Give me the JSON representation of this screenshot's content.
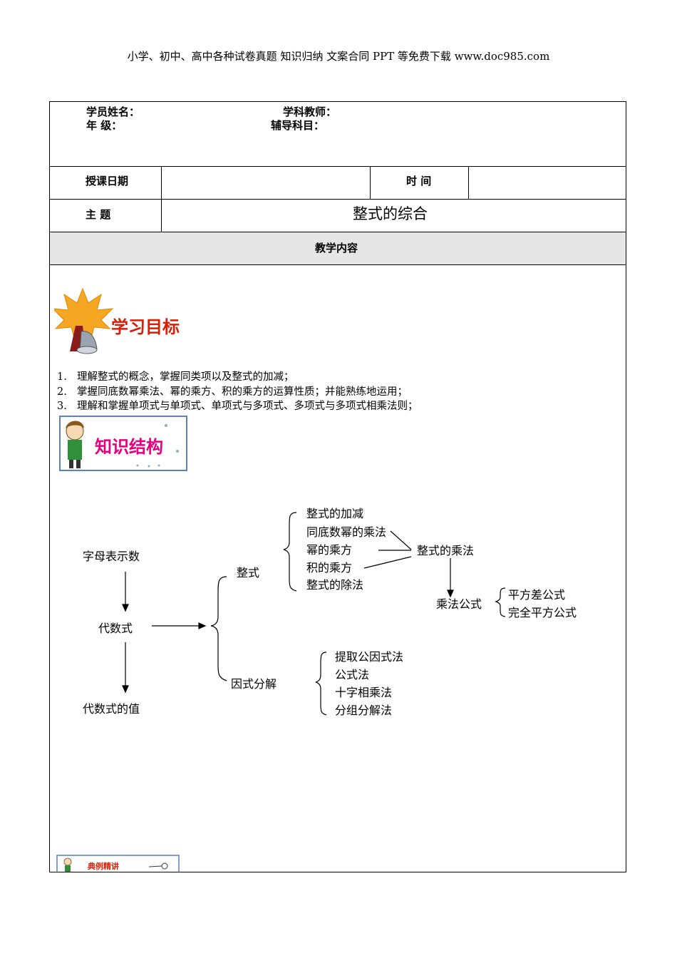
{
  "watermark": "小学、初中、高中各种试卷真题 知识归纳 文案合同 PPT 等免费下载   www.doc985.com",
  "info": {
    "student_name_label": "学员姓名：",
    "teacher_label": "学科教师：",
    "grade_label": "年   级：",
    "subject_label": "辅导科目："
  },
  "schedule": {
    "date_label": "授课日期",
    "time_label": "时 间"
  },
  "topic": {
    "label": "主   题",
    "title": "整式的综合"
  },
  "content_header": "教学内容",
  "objectives": {
    "banner": "学习目标",
    "items": [
      {
        "num": "1.",
        "text": "理解整式的概念，掌握同类项以及整式的加减；"
      },
      {
        "num": "2.",
        "text": "掌握同底数幂乘法、幂的乘方、积的乘方的运算性质；并能熟练地运用；"
      },
      {
        "num": "3.",
        "text": "理解和掌握单项式与单项式、单项式与多项式、多项式与多项式相乘法则；"
      }
    ]
  },
  "structure": {
    "banner": "知识结构",
    "nodes": {
      "letters": "字母表示数",
      "algebraic": "代数式",
      "value": "代数式的值",
      "polynomial": "整式",
      "factor": "因式分解",
      "add_sub": "整式的加减",
      "same_base": "同底数幂的乘法",
      "power_power": "幂的乘方",
      "product_power": "积的乘方",
      "division": "整式的除法",
      "multiplication": "整式的乘法",
      "mult_formula": "乘法公式",
      "diff_squares": "平方差公式",
      "perfect_square": "完全平方公式",
      "common_factor": "提取公因式法",
      "formula_method": "公式法",
      "cross_method": "十字相乘法",
      "grouping": "分组分解法"
    }
  },
  "examples_banner": "典例精讲",
  "colors": {
    "banner_pink": "#e6007e",
    "banner_red": "#d81e06",
    "leaf_orange": "#f5a623",
    "gray_bg": "#e6e6e6"
  }
}
